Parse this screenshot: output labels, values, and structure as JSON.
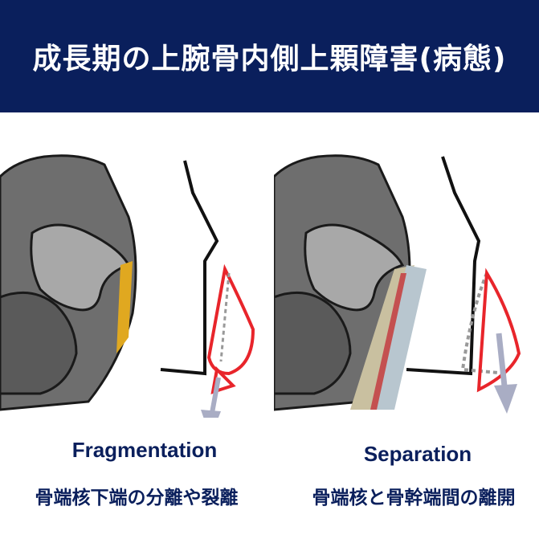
{
  "header": {
    "title": "成長期の上腕骨内側上顆障害(病態)"
  },
  "panels": {
    "left": {
      "label_en": "Fragmentation",
      "label_jp": "骨端核下端の分離や裂離"
    },
    "right": {
      "label_en": "Separation",
      "label_jp": "骨端核と骨幹端間の離開"
    }
  },
  "colors": {
    "header_bg": "#0a1f5c",
    "text": "#0a1f5c",
    "bone": "#6e6e6e",
    "bone_light": "#a8a8a8",
    "fragment_outline": "#e8252b",
    "cartilage": "#e0a820",
    "arrow": "#a9adc4"
  }
}
